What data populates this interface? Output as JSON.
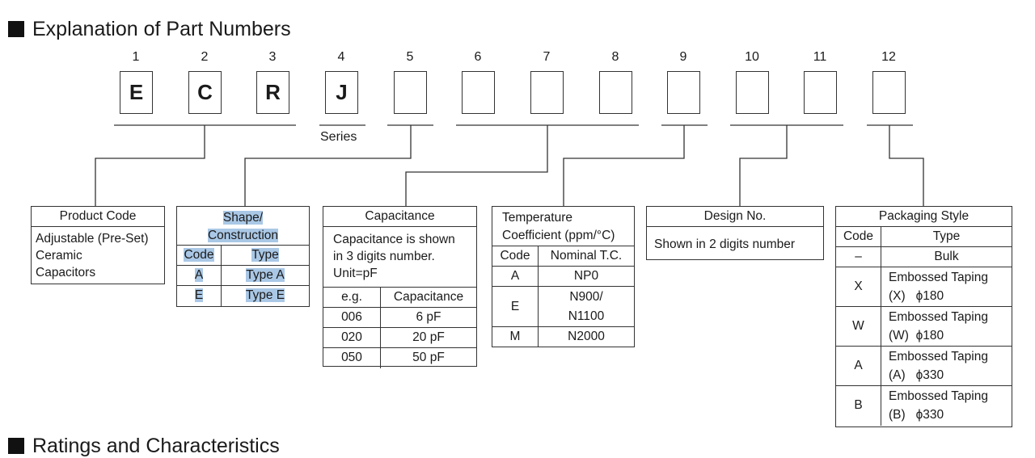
{
  "heading": "Explanation of Part Numbers",
  "heading2": "Ratings and Characteristics",
  "positions": [
    "1",
    "2",
    "3",
    "4",
    "5",
    "6",
    "7",
    "8",
    "9",
    "10",
    "11",
    "12"
  ],
  "chars": [
    "E",
    "C",
    "R",
    "J",
    "",
    "",
    "",
    "",
    "",
    "",
    "",
    ""
  ],
  "series_label": "Series",
  "product": {
    "title": "Product Code",
    "desc": [
      "Adjustable (Pre-Set)",
      "Ceramic",
      "Capacitors"
    ]
  },
  "shape": {
    "title1": "Shape/",
    "title2": "Construction",
    "col1": "Code",
    "col2": "Type",
    "rows": [
      [
        "A",
        "Type A"
      ],
      [
        "E",
        "Type E"
      ]
    ]
  },
  "cap": {
    "title": "Capacitance",
    "desc": [
      "Capacitance is shown",
      "in 3 digits number.",
      "Unit=pF"
    ],
    "col1": "e.g.",
    "col2": "Capacitance",
    "rows": [
      [
        "006",
        "6 pF"
      ],
      [
        "020",
        "20 pF"
      ],
      [
        "050",
        "50 pF"
      ]
    ]
  },
  "temp": {
    "title1": "Temperature",
    "title2": "Coefficient (ppm/°C)",
    "col1": "Code",
    "col2": "Nominal T.C.",
    "rows": [
      [
        "A",
        "NP0",
        ""
      ],
      [
        "E",
        "N900/",
        "N1100"
      ],
      [
        "M",
        "N2000",
        ""
      ]
    ]
  },
  "design": {
    "title": "Design No.",
    "desc": "Shown in 2 digits number"
  },
  "pack": {
    "title": "Packaging Style",
    "col1": "Code",
    "col2": "Type",
    "bulk": [
      "–",
      "Bulk"
    ],
    "rows": [
      [
        "X",
        "Embossed Taping",
        "(X)   ϕ180"
      ],
      [
        "W",
        "Embossed Taping",
        "(W)  ϕ180"
      ],
      [
        "A",
        "Embossed Taping",
        "(A)   ϕ330"
      ],
      [
        "B",
        "Embossed Taping",
        "(B)   ϕ330"
      ]
    ]
  }
}
